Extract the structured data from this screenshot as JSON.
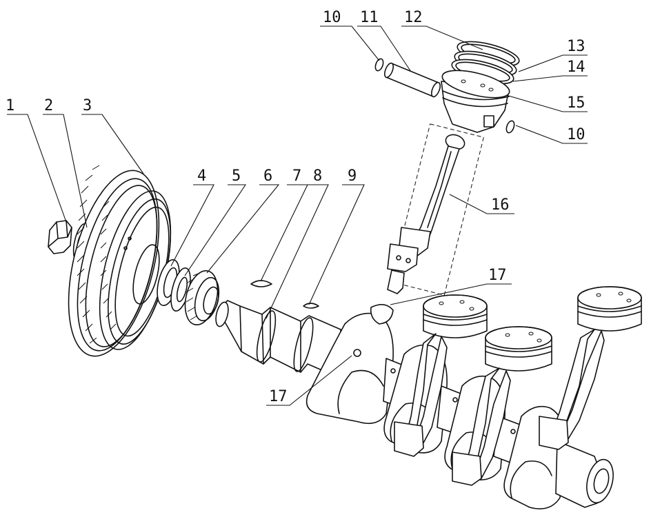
{
  "callouts": [
    {
      "id": "c1",
      "text": "1"
    },
    {
      "id": "c2",
      "text": "2"
    },
    {
      "id": "c3",
      "text": "3"
    },
    {
      "id": "c4",
      "text": "4"
    },
    {
      "id": "c5",
      "text": "5"
    },
    {
      "id": "c6",
      "text": "6"
    },
    {
      "id": "c7",
      "text": "7"
    },
    {
      "id": "c8",
      "text": "8"
    },
    {
      "id": "c9",
      "text": "9"
    },
    {
      "id": "c10a",
      "text": "10"
    },
    {
      "id": "c11",
      "text": "11"
    },
    {
      "id": "c12",
      "text": "12"
    },
    {
      "id": "c13",
      "text": "13"
    },
    {
      "id": "c14",
      "text": "14"
    },
    {
      "id": "c15",
      "text": "15"
    },
    {
      "id": "c10b",
      "text": "10"
    },
    {
      "id": "c16",
      "text": "16"
    },
    {
      "id": "c17a",
      "text": "17"
    },
    {
      "id": "c17b",
      "text": "17"
    }
  ]
}
